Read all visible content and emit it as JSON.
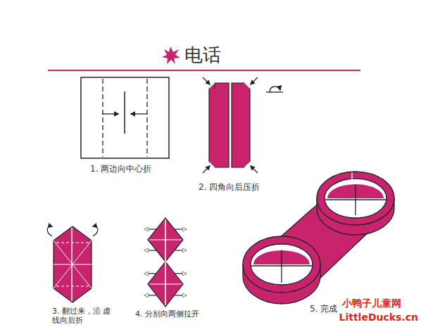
{
  "diagram": {
    "title": "电话",
    "labels": [
      "1. 两边向中心折",
      "2. 四角向后压折",
      "3. 翻过来，沿 虚线向后折",
      "4. 分别向两侧拉开",
      "5. 完成",
      "小鸭子儿童网",
      "LittleDucks.cn"
    ]
  }
}
